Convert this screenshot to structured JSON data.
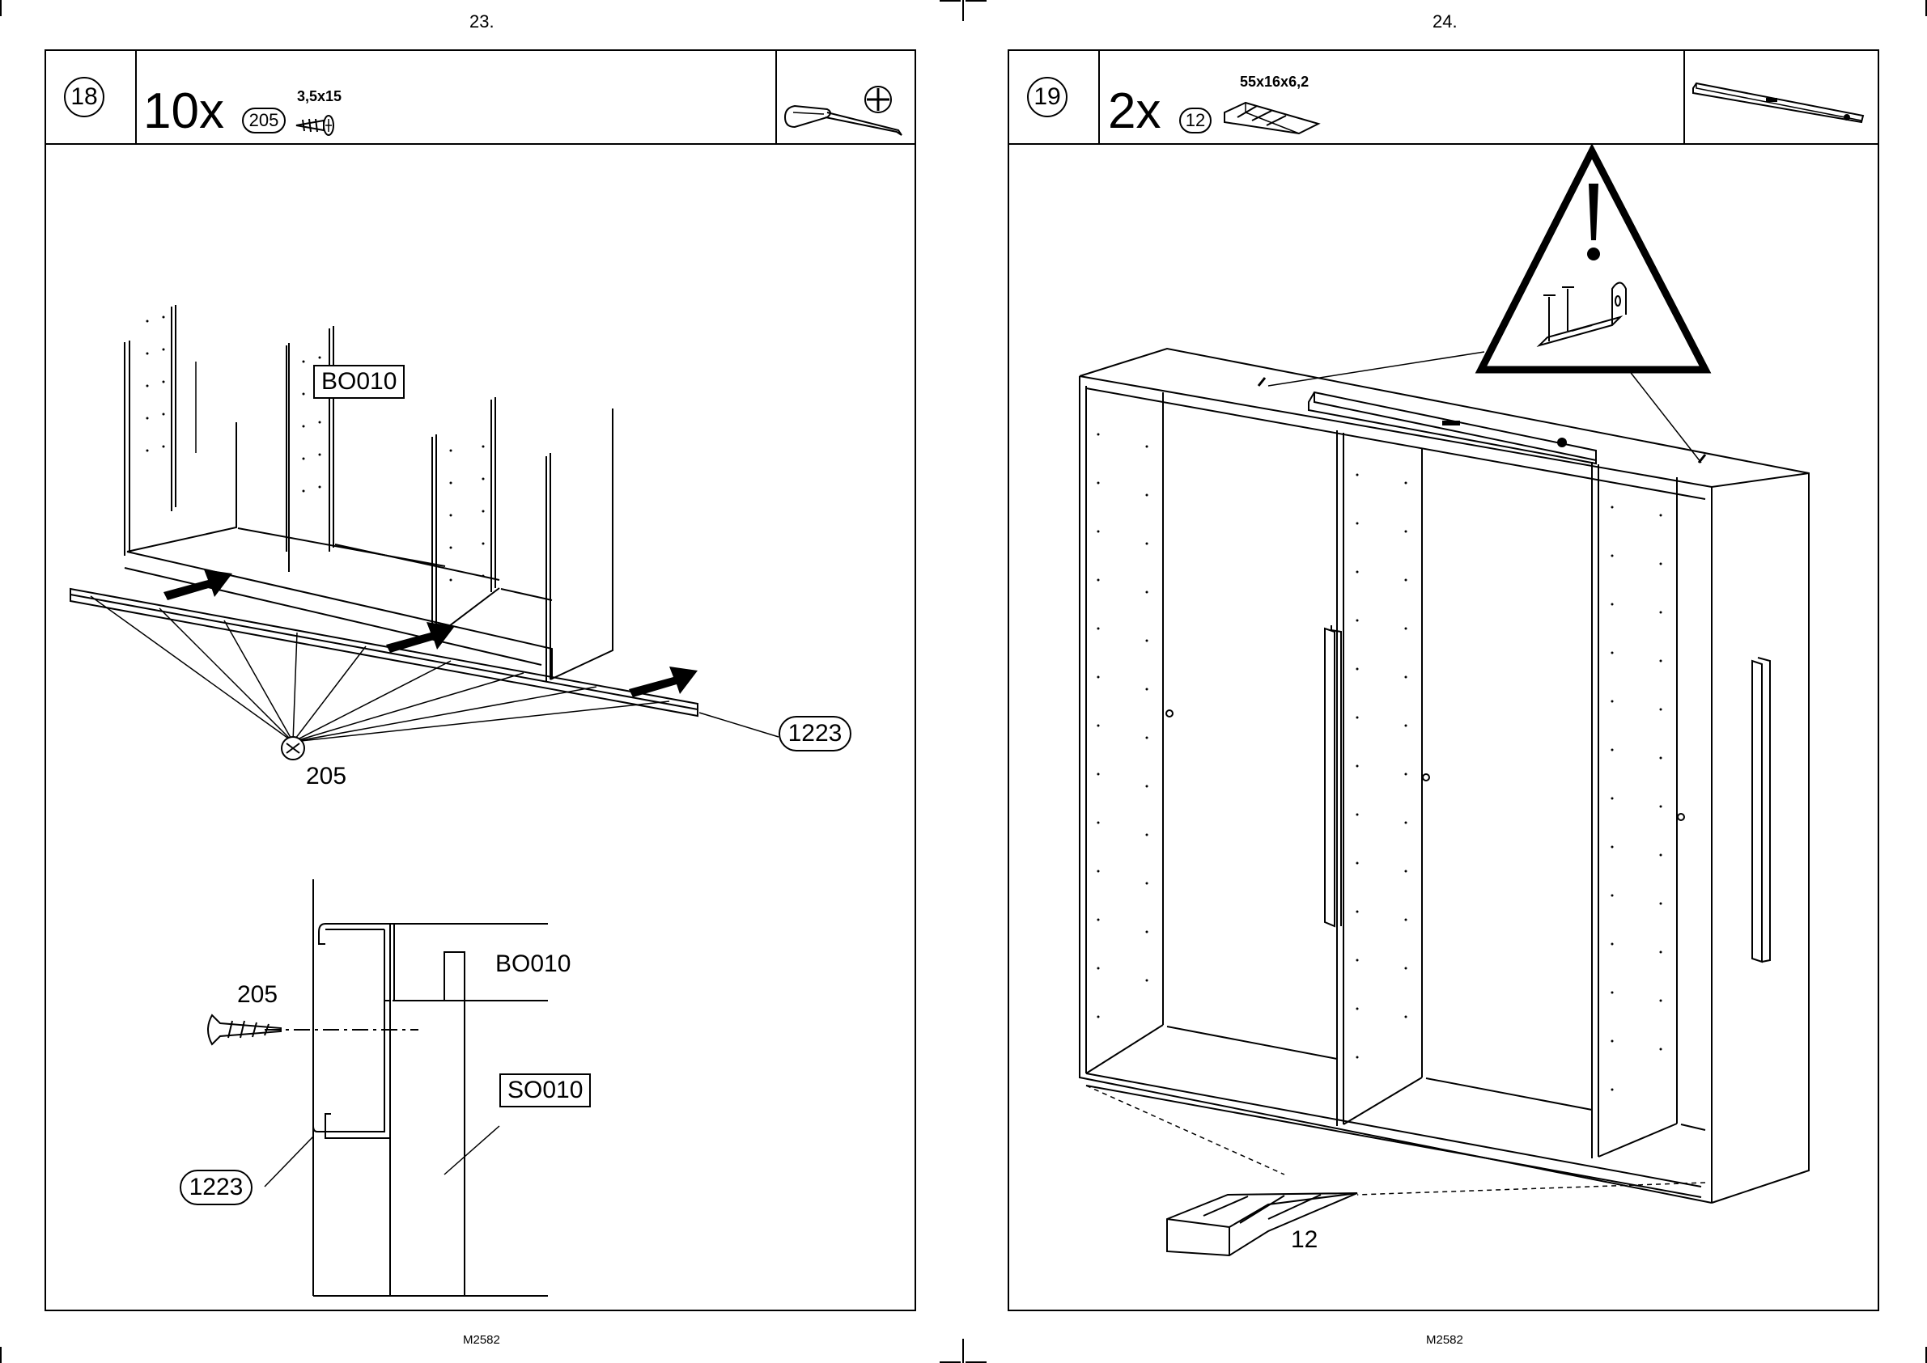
{
  "document": {
    "code": "M2582"
  },
  "pages": [
    {
      "page_number": "23.",
      "step": "18",
      "quantity": "10x",
      "part_number": "205",
      "part_spec": "3,5x15",
      "labels": {
        "board": "BO010",
        "profile": "1223",
        "screw": "205",
        "detail_screw": "205",
        "detail_board": "BO010",
        "detail_side": "SO010",
        "detail_profile": "1223"
      },
      "footer": "M2582"
    },
    {
      "page_number": "24.",
      "step": "19",
      "quantity": "2x",
      "part_number": "12",
      "part_spec": "55x16x6,2",
      "labels": {
        "wedge": "12"
      },
      "footer": "M2582"
    }
  ],
  "icons": [
    "screwdriver-icon",
    "phillips-head-icon",
    "spirit-level-icon",
    "screw-icon",
    "wedge-icon",
    "warning-icon"
  ]
}
